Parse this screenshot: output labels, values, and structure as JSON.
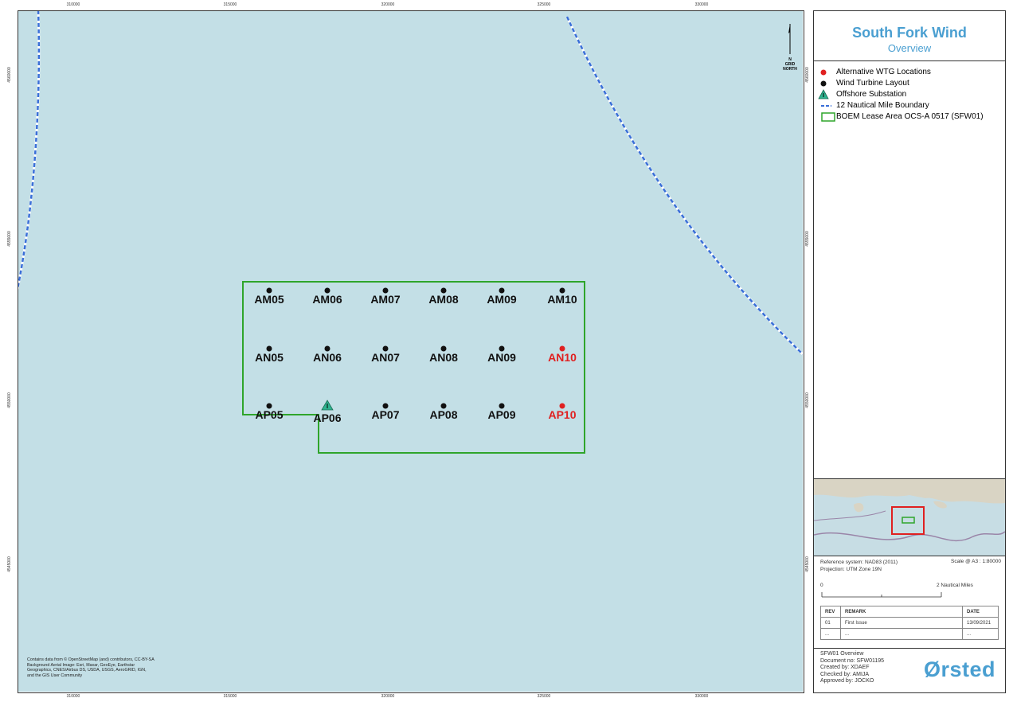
{
  "grid_ticks": {
    "top_bottom": [
      "310000",
      "315000",
      "320000",
      "325000",
      "330000"
    ],
    "left": [
      "4560000",
      "4555000",
      "4550000",
      "4545000"
    ],
    "right": [
      "4560000",
      "4555000",
      "4550000",
      "4545000"
    ]
  },
  "north_arrow": {
    "n": "N",
    "line1": "GRID",
    "line2": "NORTH"
  },
  "turbines": [
    {
      "label": "AM05",
      "type": "turbine"
    },
    {
      "label": "AM06",
      "type": "turbine"
    },
    {
      "label": "AM07",
      "type": "turbine"
    },
    {
      "label": "AM08",
      "type": "turbine"
    },
    {
      "label": "AM09",
      "type": "turbine"
    },
    {
      "label": "AM10",
      "type": "turbine"
    },
    {
      "label": "AN05",
      "type": "turbine"
    },
    {
      "label": "AN06",
      "type": "turbine"
    },
    {
      "label": "AN07",
      "type": "turbine"
    },
    {
      "label": "AN08",
      "type": "turbine"
    },
    {
      "label": "AN09",
      "type": "turbine"
    },
    {
      "label": "AN10",
      "type": "alternative"
    },
    {
      "label": "AP05",
      "type": "turbine"
    },
    {
      "label": "AP06",
      "type": "substation"
    },
    {
      "label": "AP07",
      "type": "turbine"
    },
    {
      "label": "AP08",
      "type": "turbine"
    },
    {
      "label": "AP09",
      "type": "turbine"
    },
    {
      "label": "AP10",
      "type": "alternative"
    }
  ],
  "attribution": [
    "Contains data from © OpenStreetMap (and) contributors, CC-BY-SA",
    "Background Aerial Image: Esri, Maxar, GeoEye, Earthstar",
    "Geographics, CNES/Airbus DS, USDA, USGS, AeroGRID, IGN,",
    "and the GIS User Community"
  ],
  "panel": {
    "title": "South Fork Wind",
    "subtitle": "Overview",
    "legend": [
      {
        "label": "Alternative WTG Locations",
        "symbol": "red-dot"
      },
      {
        "label": "Wind Turbine Layout",
        "symbol": "black-dot"
      },
      {
        "label": "Offshore Substation",
        "symbol": "substation-triangle"
      },
      {
        "label": "12  Nautical Mile Boundary",
        "symbol": "blue-dash"
      },
      {
        "label": "BOEM Lease Area OCS-A 0517 (SFW01)",
        "symbol": "green-box"
      }
    ],
    "reference_system": "Reference system: NAD83 (2011)",
    "projection": "Projection: UTM Zone 19N",
    "scale": "Scale @ A3 :  1:80000",
    "scalebar_start": "0",
    "scalebar_end": "2 Nautical Miles",
    "revision_headers": [
      "REV",
      "REMARK",
      "DATE"
    ],
    "revisions": [
      [
        "01",
        "First Issue",
        "13/09/2021"
      ],
      [
        "...",
        "...",
        "..."
      ]
    ],
    "doc_info": [
      "SFW01 Overview",
      "Document no: SFW01195",
      "Created by: XDAEF",
      "Checked by: AMIJA",
      "Approved by: JOCKO"
    ],
    "logo": "Ørsted"
  },
  "colors": {
    "sea": "#c3dfe6",
    "lease_boundary": "#2fa52b",
    "nm_boundary": "#3a6fd8",
    "alternative": "#e02020",
    "turbine": "#111111",
    "substation": "#2fb38f",
    "brand": "#4a9fd1"
  }
}
